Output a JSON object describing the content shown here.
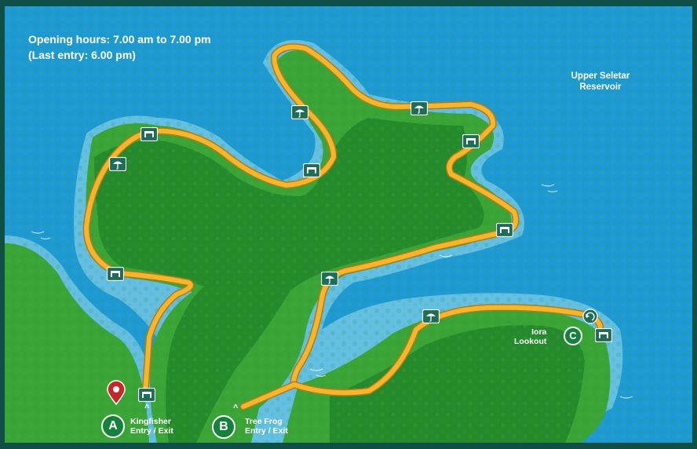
{
  "opening_hours": {
    "line1": "Opening hours: 7.00 am to 7.00 pm",
    "line2": "(Last entry: 6.00 pm)"
  },
  "water_label": "Upper Seletar Reservoir",
  "entrances": {
    "a": {
      "letter": "A",
      "line1": "Kingfisher",
      "line2": "Entry / Exit"
    },
    "b": {
      "letter": "B",
      "line1": "Tree Frog",
      "line2": "Entry / Exit"
    }
  },
  "lookout": {
    "letter": "C",
    "line1": "Iora",
    "line2": "Lookout"
  },
  "colors": {
    "water": "#1d9ad6",
    "land": "#3aa436",
    "forest": "#248a2c",
    "boardwalk": "#f5b62b",
    "marker": "#1d6e56"
  },
  "icons": {
    "rest_stop": "bench-icon",
    "shelter": "umbrella-icon",
    "loop_point": "return-arrow-icon",
    "poi": "location-pin-icon"
  }
}
